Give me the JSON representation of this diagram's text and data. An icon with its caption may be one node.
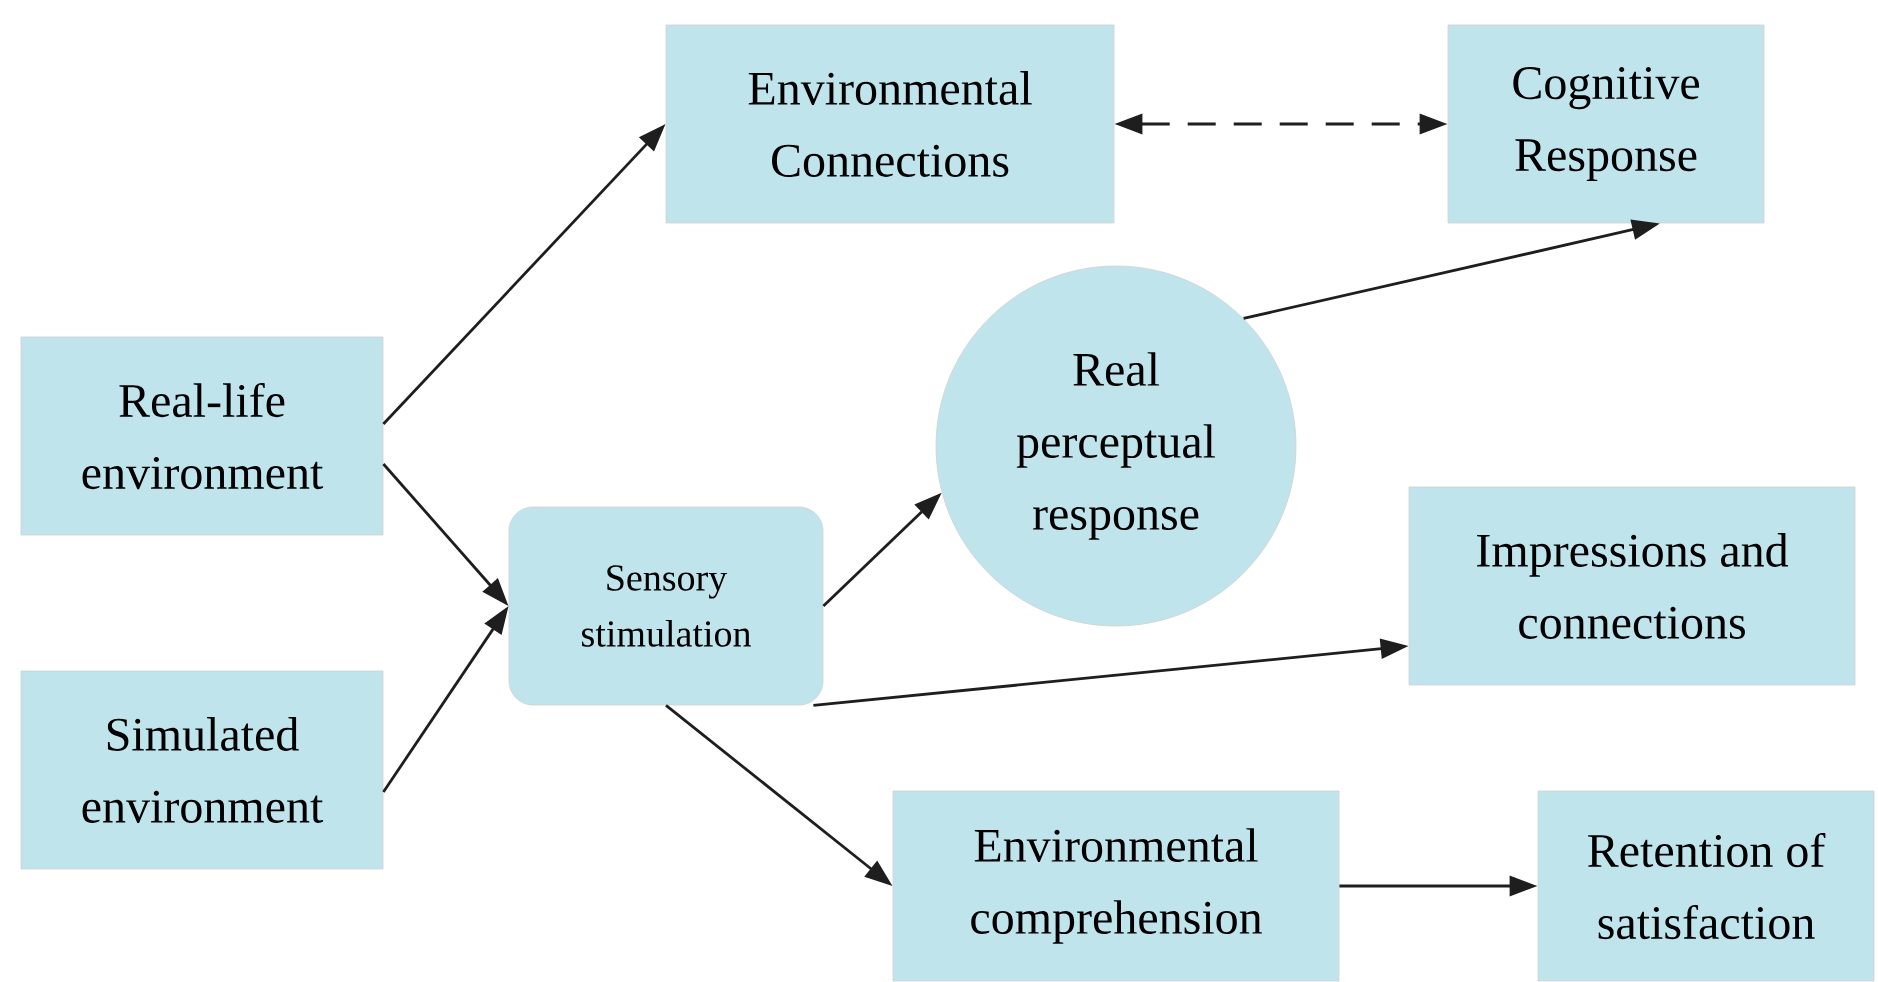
{
  "diagram": {
    "nodes": [
      {
        "text": [
          "Environmental Connections"
        ]
      },
      {
        "text": [
          "Cognitive Response"
        ]
      },
      {
        "text": [
          "Real-life environment"
        ]
      },
      {
        "text": [
          "Simulated environment"
        ]
      },
      {
        "text": [
          "Sensory stimulation"
        ]
      },
      {
        "text": [
          "Real perceptual response"
        ]
      },
      {
        "text": [
          "Impressions and connections"
        ]
      },
      {
        "text": [
          "Environmental comprehension"
        ]
      },
      {
        "text": [
          "Retention of satisfaction"
        ]
      }
    ],
    "edges": [
      {
        "from": 0,
        "to": 1,
        "arrow": "both",
        "style": "dashed"
      },
      {
        "from": 2,
        "to": 0,
        "arrow": "to"
      },
      {
        "from": 2,
        "to": 4,
        "arrow": "to"
      },
      {
        "from": 3,
        "to": 4,
        "arrow": "to"
      },
      {
        "from": 4,
        "to": 5,
        "arrow": "to"
      },
      {
        "from": 5,
        "to": 1,
        "arrow": "to"
      },
      {
        "from": 4,
        "to": 6,
        "arrow": "to"
      },
      {
        "from": 4,
        "to": 7,
        "arrow": "to"
      },
      {
        "from": 7,
        "to": 8,
        "arrow": "to"
      }
    ]
  }
}
